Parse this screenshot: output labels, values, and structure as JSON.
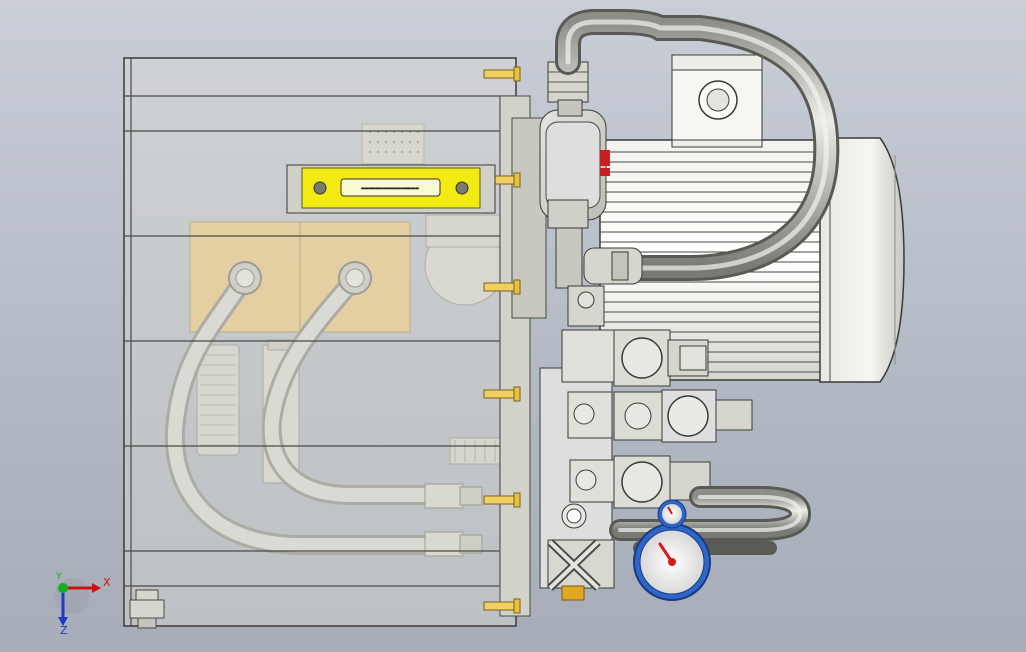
{
  "viewport": {
    "background_top": "#c9ced7",
    "background_bottom": "#a7adb8"
  },
  "triad": {
    "x_label": "X",
    "y_label": "Y",
    "z_label": "Z",
    "x_color": "#d01010",
    "y_color": "#10b020",
    "z_color": "#1c3cc8"
  },
  "nameplate": {
    "text": "▬▬▬▬▬▬▬▬▬▬▬▬▬▬▬▬",
    "color": "#f2ea12"
  },
  "gauges": {
    "rim_color": "#2c66c8",
    "needle_color": "#d81818"
  },
  "tank": {
    "fill_color": "#d8d8d0"
  }
}
